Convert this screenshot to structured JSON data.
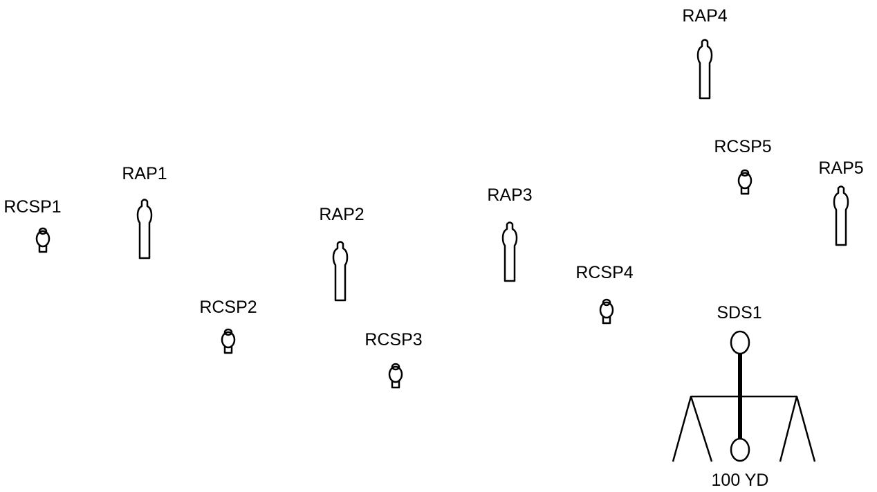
{
  "figure": {
    "rap_labels": [
      "RAP1",
      "RAP2",
      "RAP3",
      "RAP4",
      "RAP5"
    ],
    "rcsp_labels": [
      "RCSP1",
      "RCSP2",
      "RCSP3",
      "RCSP4",
      "RCSP5"
    ],
    "sds_label": "SDS1",
    "distance_label": "100 YD"
  }
}
